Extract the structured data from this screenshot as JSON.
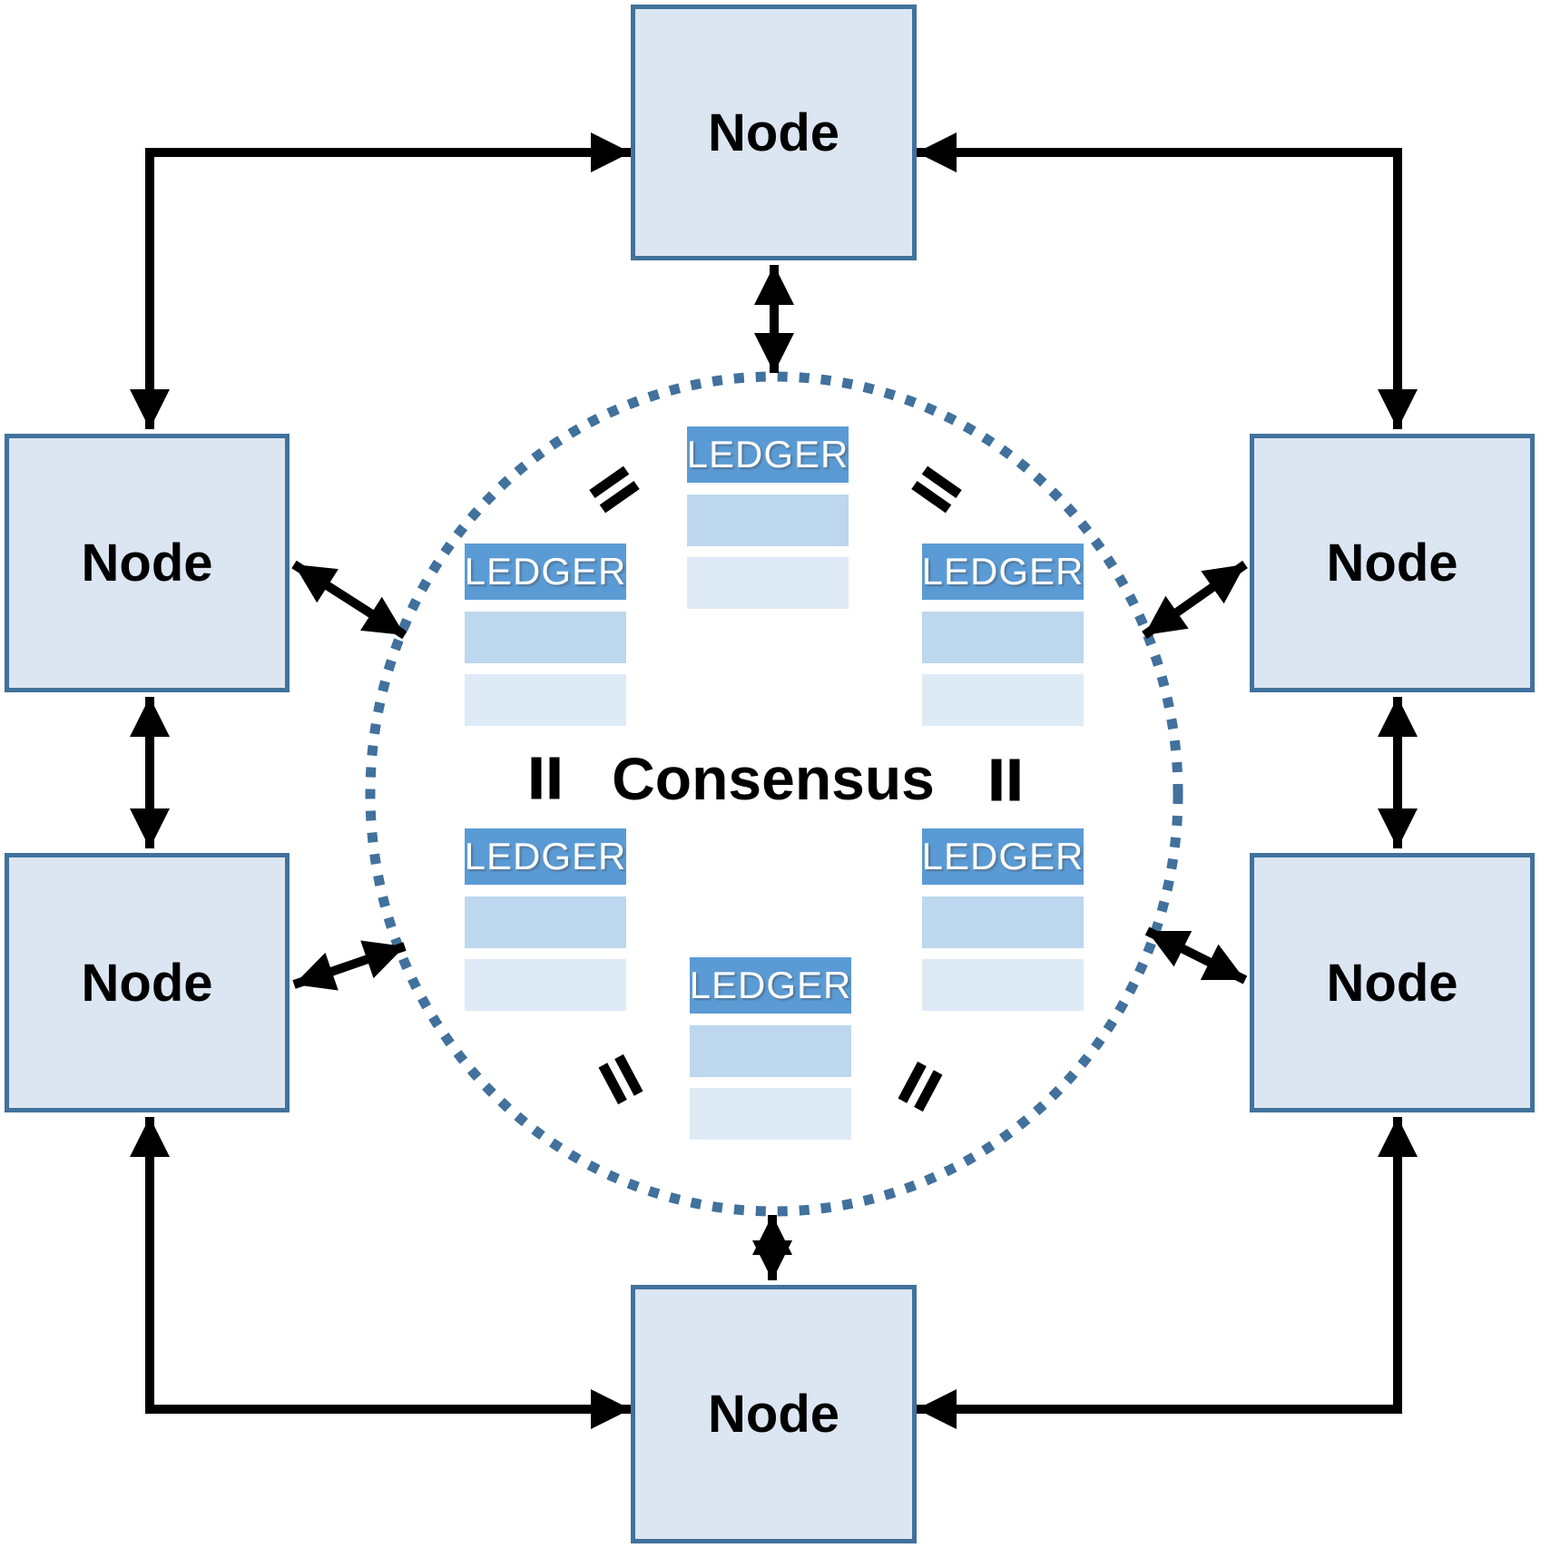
{
  "nodes": [
    {
      "id": "top",
      "label": "Node"
    },
    {
      "id": "upper-left",
      "label": "Node"
    },
    {
      "id": "upper-right",
      "label": "Node"
    },
    {
      "id": "lower-left",
      "label": "Node"
    },
    {
      "id": "lower-right",
      "label": "Node"
    },
    {
      "id": "bottom",
      "label": "Node"
    }
  ],
  "consensus": {
    "label": "Consensus",
    "equals_symbol": "=",
    "ledgers": [
      {
        "position": "top",
        "label": "LEDGER"
      },
      {
        "position": "middle-left",
        "label": "LEDGER"
      },
      {
        "position": "middle-right",
        "label": "LEDGER"
      },
      {
        "position": "bottom-left",
        "label": "LEDGER"
      },
      {
        "position": "bottom-right",
        "label": "LEDGER"
      },
      {
        "position": "bottom-center",
        "label": "LEDGER"
      }
    ]
  },
  "palette": {
    "node_fill": "#dce6f2",
    "node_border": "#41719c",
    "ledger_header": "#5b9bd5",
    "ledger_row1": "#bdd7ee",
    "ledger_row2": "#deebf7",
    "ledger_text": "#ffffff",
    "circle_dot": "#41719c",
    "arrow": "#000000",
    "text": "#000000"
  }
}
